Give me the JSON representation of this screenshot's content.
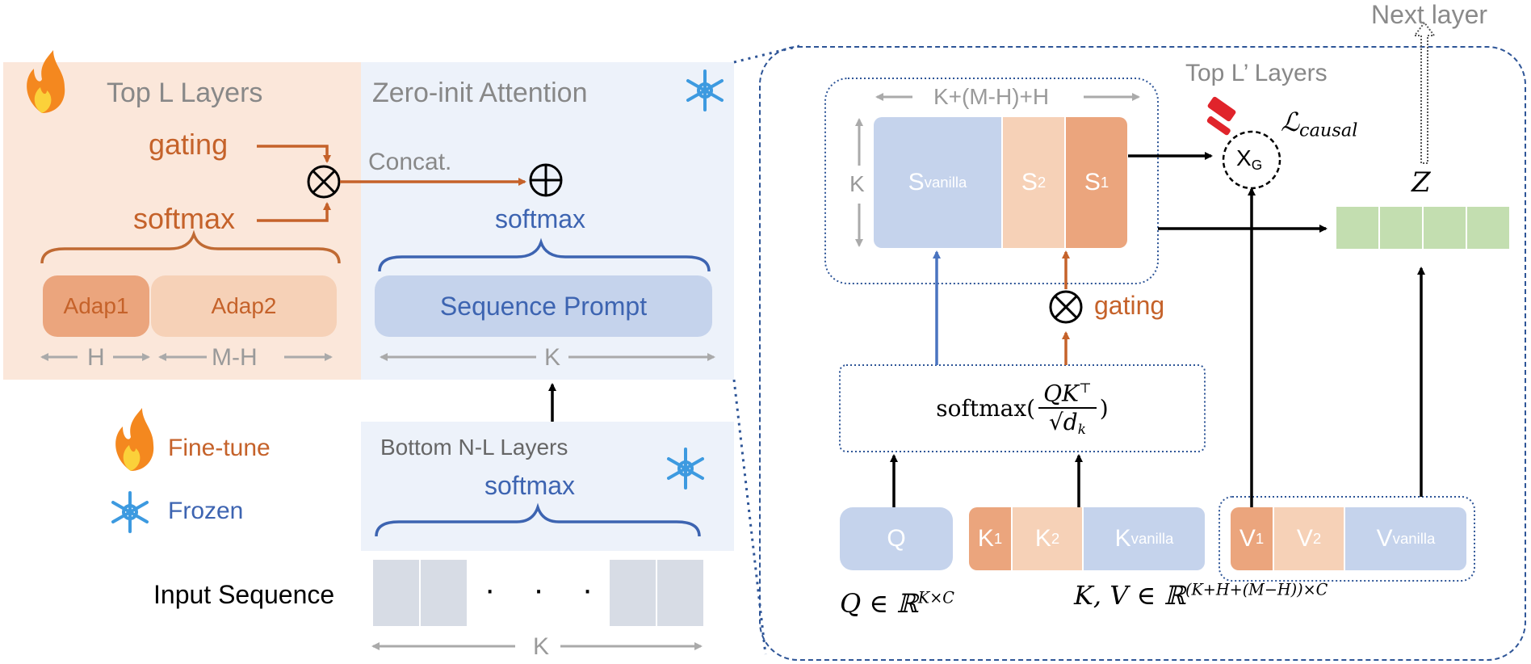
{
  "left": {
    "top_layers_title": "Top L Layers",
    "gating": "gating",
    "softmax": "softmax",
    "adap1": "Adap1",
    "adap2": "Adap2",
    "dim_h": "H",
    "dim_mh": "M-H",
    "fire_icon": "fire-icon",
    "snowflake_icon": "snowflake-icon"
  },
  "middle": {
    "zero_init_title": "Zero-init Attention",
    "concat": "Concat.",
    "softmax": "softmax",
    "sequence_prompt": "Sequence Prompt",
    "dim_k": "K",
    "bottom_title": "Bottom N-L Layers",
    "bottom_softmax": "softmax",
    "input_sequence": "Input Sequence",
    "input_dim_k": "K",
    "ellipsis": "· · ·"
  },
  "legend": {
    "finetune": "Fine-tune",
    "frozen": "Frozen"
  },
  "right": {
    "next_layer": "Next layer",
    "top_l_prime": "Top L’ Layers",
    "width_label": "K+(M-H)+H",
    "height_label": "K",
    "s_vanilla_main": "S",
    "s_vanilla_sub": "vanilla",
    "s2_main": "S",
    "s2_sub": "2",
    "s1_main": "S",
    "s1_sub": "1",
    "xg_main": "X",
    "xg_sub": "G",
    "loss_main": "ℒ",
    "loss_sub": "causal",
    "z": "Z",
    "gating": "gating",
    "softmax_prefix": "softmax(",
    "softmax_num": "QK",
    "softmax_num_sup": "⊤",
    "softmax_den": "√d",
    "softmax_den_sub": "k",
    "softmax_suffix": ")",
    "q": "Q",
    "k1_main": "K",
    "k1_sub": "1",
    "k2_main": "K",
    "k2_sub": "2",
    "kv_main": "K",
    "kv_sub": "vanilla",
    "v1_main": "V",
    "v1_sub": "1",
    "v2_main": "V",
    "v2_sub": "2",
    "vv_main": "V",
    "vv_sub": "vanilla",
    "q_dim_prefix": "Q ∈ ℝ",
    "q_dim_sup": "K×C",
    "kv_dim_prefix": "K, V ∈ ℝ",
    "kv_dim_sup": "(K+H+(M−H))×C"
  },
  "colors": {
    "orange_dark": "#e8a07a",
    "orange_light": "#f5cdb1",
    "blue_box": "#c5d3ec",
    "green": "#c3deb0",
    "arrow_orange": "#c5622a",
    "arrow_blue": "#4a74c0",
    "dotted_blue": "#2e5597"
  }
}
